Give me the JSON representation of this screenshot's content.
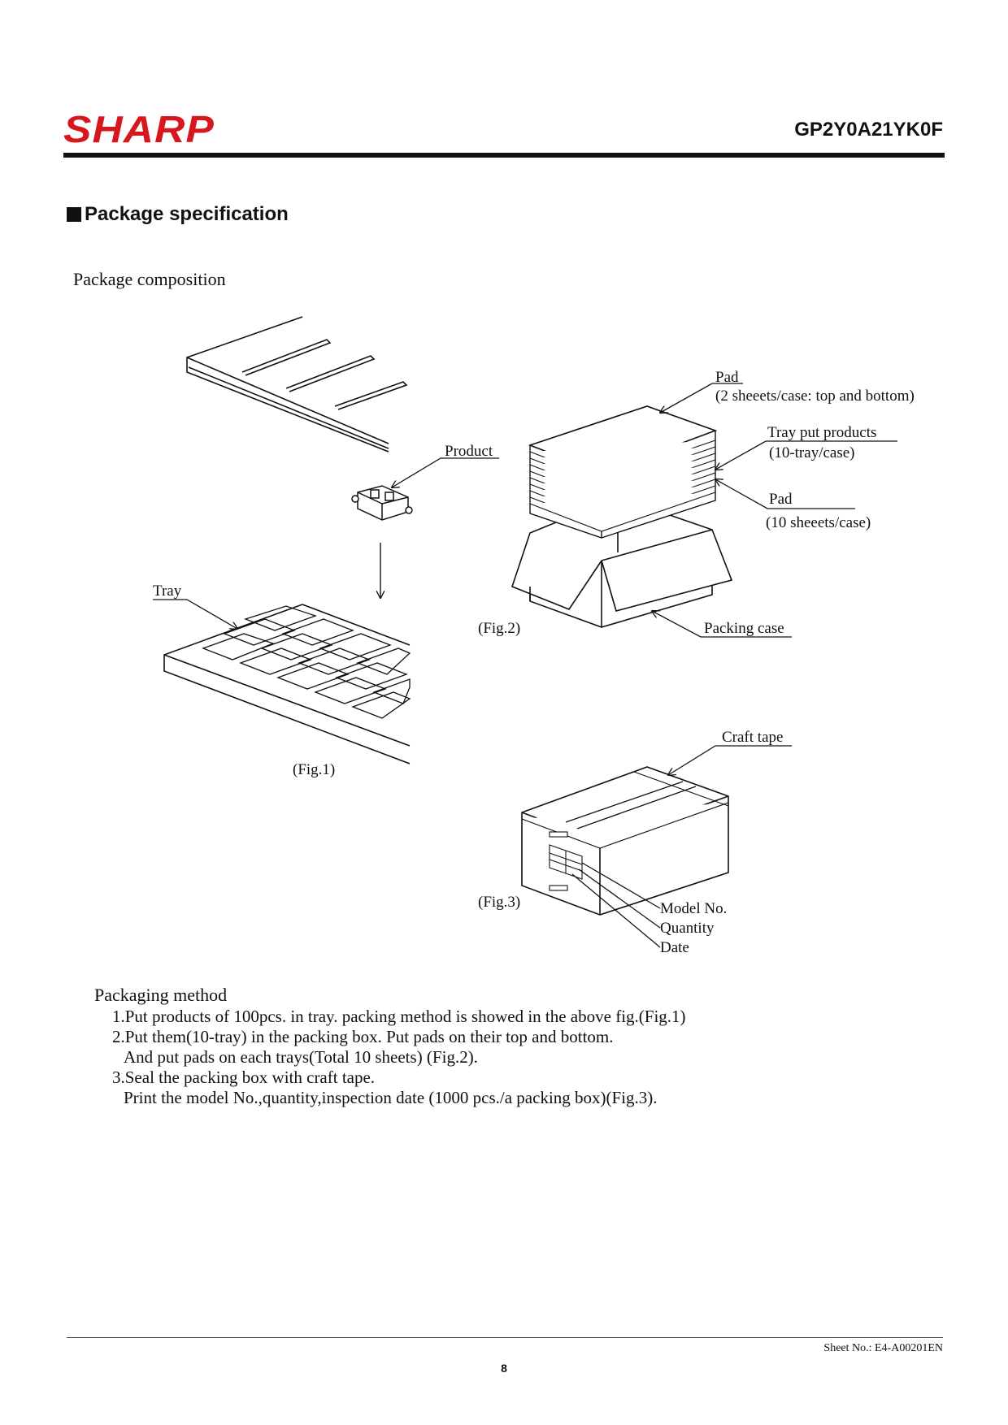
{
  "header": {
    "logo": "SHARP",
    "model": "GP2Y0A21YK0F"
  },
  "section": {
    "title": "Package specification"
  },
  "composition": {
    "heading": "Package composition",
    "labels": {
      "product": "Product",
      "tray": "Tray",
      "fig1": "(Fig.1)",
      "pad_top": "Pad",
      "pad_top_note": "(2 sheeets/case: top and bottom)",
      "tray_put": "Tray put products",
      "tray_put_note": "(10-tray/case)",
      "pad": "Pad",
      "pad_note": "(10 sheeets/case)",
      "fig2": "(Fig.2)",
      "packing_case": "Packing case",
      "craft_tape": "Craft tape",
      "fig3": "(Fig.3)",
      "model_no": "Model No.",
      "quantity": "Quantity",
      "date": "Date"
    }
  },
  "method": {
    "heading": "Packaging method",
    "lines": [
      "1.Put products of 100pcs. in tray.  packing method is showed in the above fig.(Fig.1)",
      "2.Put them(10-tray) in the packing box. Put pads on their top and bottom.",
      "And put pads on each trays(Total 10 sheets) (Fig.2).",
      "3.Seal the packing box with craft tape.",
      "Print the model No.,quantity,inspection date (1000 pcs./a packing box)(Fig.3)."
    ]
  },
  "footer": {
    "sheet_no": "Sheet No.: E4-A00201EN",
    "page": "8"
  }
}
